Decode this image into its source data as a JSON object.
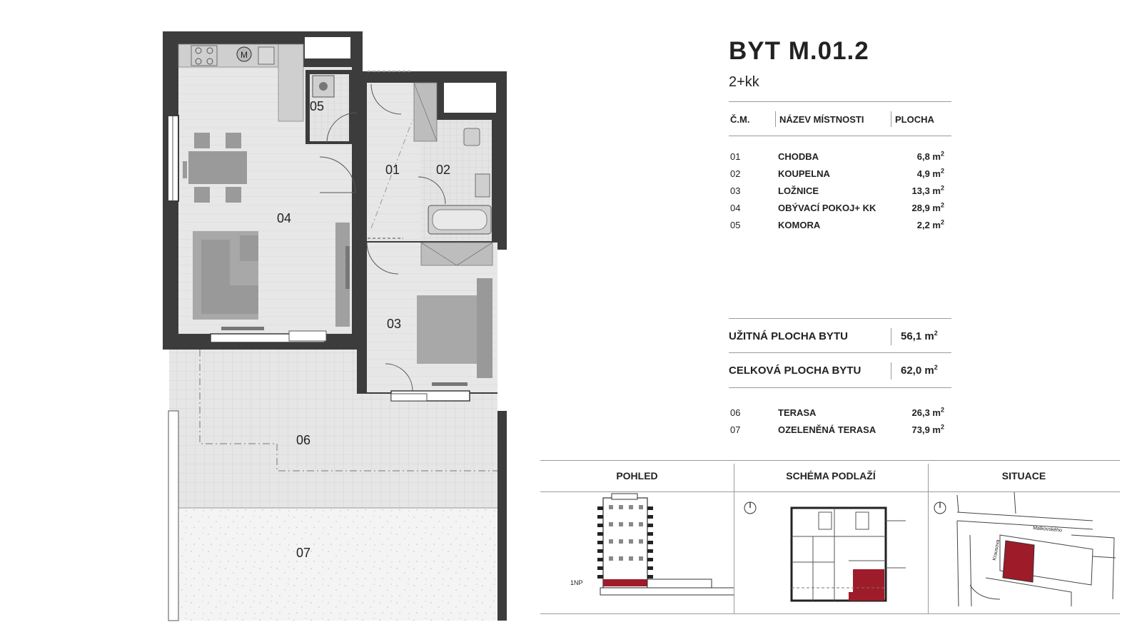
{
  "apartment": {
    "title": "BYT M.01.2",
    "type": "2+kk"
  },
  "table": {
    "headers": [
      "Č.M.",
      "NÁZEV MÍSTNOSTI",
      "PLOCHA"
    ],
    "rooms": [
      {
        "num": "01",
        "name": "CHODBA",
        "area": "6,8 m",
        "unit_sup": "2"
      },
      {
        "num": "02",
        "name": "KOUPELNA",
        "area": "4,9 m",
        "unit_sup": "2"
      },
      {
        "num": "03",
        "name": "LOŽNICE",
        "area": "13,3 m",
        "unit_sup": "2"
      },
      {
        "num": "04",
        "name": "OBÝVACÍ POKOJ+ KK",
        "area": "28,9 m",
        "unit_sup": "2"
      },
      {
        "num": "05",
        "name": "KOMORA",
        "area": "2,2 m",
        "unit_sup": "2"
      }
    ],
    "usable": {
      "label": "UŽITNÁ PLOCHA BYTU",
      "value": "56,1 m",
      "unit_sup": "2"
    },
    "total": {
      "label": "CELKOVÁ PLOCHA BYTU",
      "value": "62,0 m",
      "unit_sup": "2"
    },
    "outdoor": [
      {
        "num": "06",
        "name": "TERASA",
        "area": "26,3 m",
        "unit_sup": "2"
      },
      {
        "num": "07",
        "name": "OZELENĚNÁ TERASA",
        "area": "73,9 m",
        "unit_sup": "2"
      }
    ]
  },
  "plan_labels": {
    "r01": "01",
    "r02": "02",
    "r03": "03",
    "r04": "04",
    "r05": "05",
    "r06": "06",
    "r07": "07",
    "microwave": "M"
  },
  "panels": {
    "view": {
      "title": "POHLED",
      "floor_label": "1NP"
    },
    "scheme": {
      "title": "SCHÉMA PODLAŽÍ"
    },
    "site": {
      "title": "SITUACE",
      "street1": "Malkovského",
      "street2": "Krausova"
    }
  },
  "colors": {
    "wall": "#3c3c3c",
    "floor": "#e6e6e6",
    "highlight": "#9e1b2a"
  }
}
